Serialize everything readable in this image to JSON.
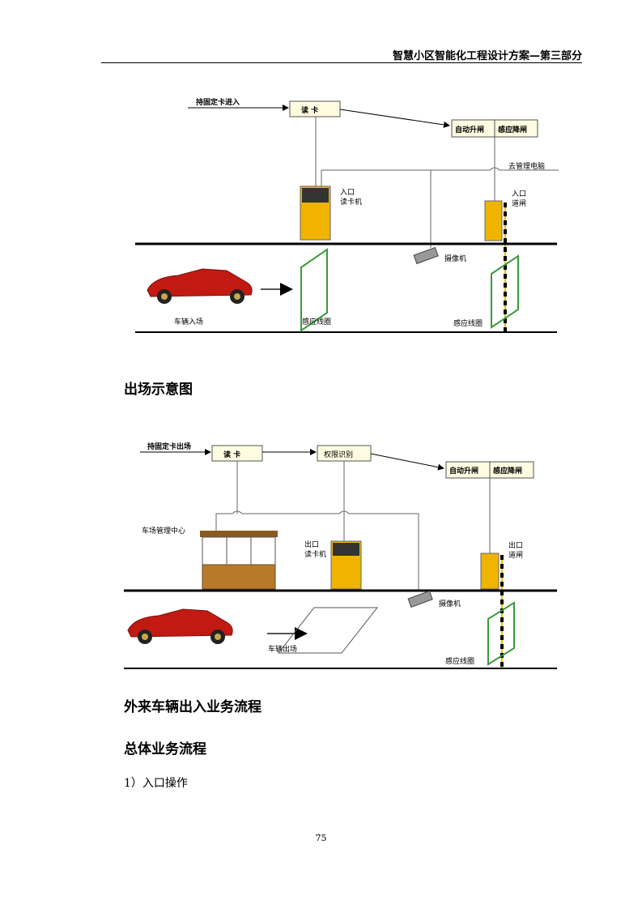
{
  "header": {
    "title": "智慧小区智能化工程设计方案—第三部分"
  },
  "entry_diagram": {
    "card_in_label": "持固定卡进入",
    "read_card": "读  卡",
    "auto_raise": "自动升闸",
    "sense_lower": "感应降闸",
    "to_pc": "去管理电脑",
    "entry_reader_line1": "入口",
    "entry_reader_line2": "读卡机",
    "entry_gate_line1": "入口",
    "entry_gate_line2": "道闸",
    "camera": "摄像机",
    "vehicle_enter": "车辆入场",
    "loop1": "感应线圈",
    "loop2": "感应线圈"
  },
  "exit_heading": "出场示意图",
  "exit_diagram": {
    "card_out_label": "持固定卡出场",
    "read_card": "读  卡",
    "permission": "权限识别",
    "auto_raise": "自动升闸",
    "sense_lower": "感应降闸",
    "mgmt_center": "车场管理中心",
    "exit_reader_line1": "出口",
    "exit_reader_line2": "读卡机",
    "exit_gate_line1": "出口",
    "exit_gate_line2": "道闸",
    "camera": "摄像机",
    "vehicle_exit": "车辆出场",
    "loop": "感应线圈"
  },
  "heading_visitor": "外来车辆出入业务流程",
  "heading_overall": "总体业务流程",
  "para_entry": "1）入口操作",
  "page_number": "75"
}
